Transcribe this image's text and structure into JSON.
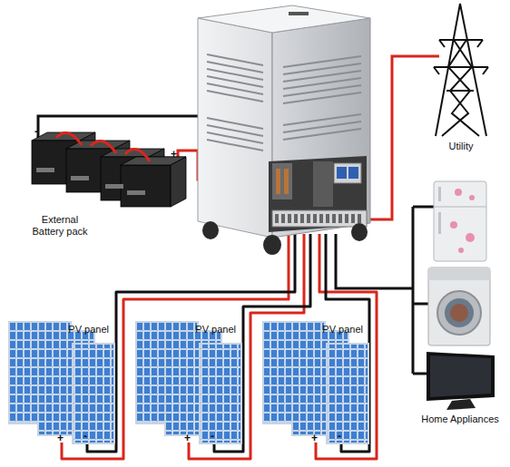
{
  "diagram": {
    "nodes": [
      {
        "text": [
          "External Battery pack"
        ]
      },
      {
        "text": [
          "Utility"
        ]
      },
      {
        "text": [
          "Home Appliances"
        ]
      },
      {
        "text": [
          "PV panel"
        ]
      },
      {
        "text": [
          "PV panel"
        ]
      },
      {
        "text": [
          "PV panel"
        ]
      }
    ],
    "labels": [
      "-",
      "+",
      "+",
      "-",
      "+",
      "-",
      "+",
      "-"
    ]
  }
}
